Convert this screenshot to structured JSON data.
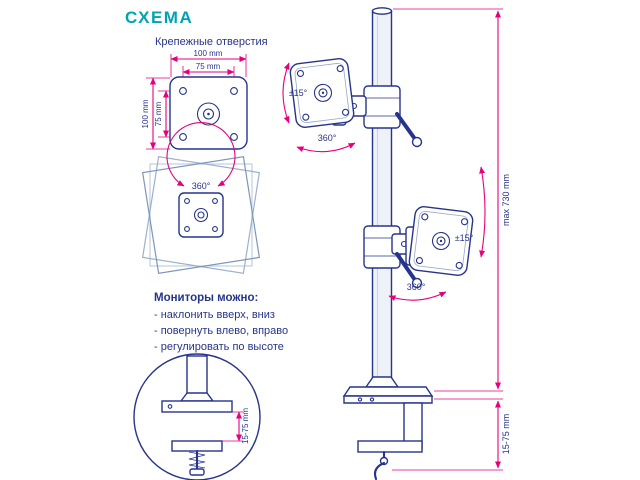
{
  "title": "СХЕМА",
  "colors": {
    "accent": "#e6007e",
    "line": "#27348b",
    "title": "#00a3b4"
  },
  "plate_diagram": {
    "label": "Крепежные отверстия",
    "dim_width_outer": "100 mm",
    "dim_width_inner": "75 mm",
    "dim_height_outer": "100 mm",
    "dim_height_inner": "75 mm"
  },
  "rotation_diagram": {
    "angle": "360°"
  },
  "features": {
    "heading": "Мониторы можно:",
    "items": [
      "- наклонить вверх, вниз",
      "- повернуть влево, вправо",
      "- регулировать по высоте"
    ]
  },
  "clamp_detail": {
    "dim": "15-75 mm"
  },
  "pole": {
    "top_tilt": "±15°",
    "top_rotation": "360°",
    "bottom_tilt": "±15°",
    "bottom_rotation": "360°",
    "max_height": "max 730 mm",
    "clamp_range": "15-75 mm"
  }
}
